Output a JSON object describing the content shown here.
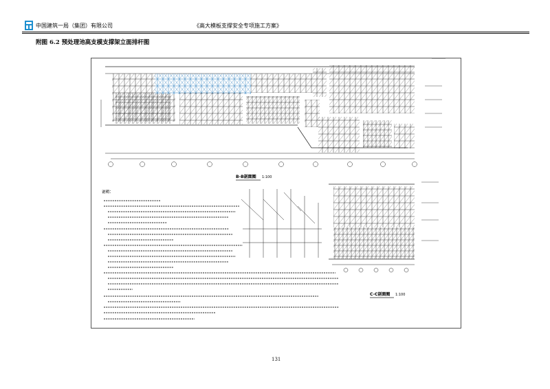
{
  "header": {
    "company": "中国建筑一局（集团）有限公司",
    "doc_title": "《高大模板支撑安全专项施工方案》"
  },
  "figure": {
    "title": "附图 6.2 预处理池高支模支撑架立面排杆图"
  },
  "drawing": {
    "section_bb_label": "B-B剖面图",
    "section_bb_scale": "1:100",
    "section_cc_label": "C-C剖面图",
    "section_cc_scale": "1:100",
    "notes_heading": "说明："
  },
  "footer": {
    "page_number": "131"
  }
}
